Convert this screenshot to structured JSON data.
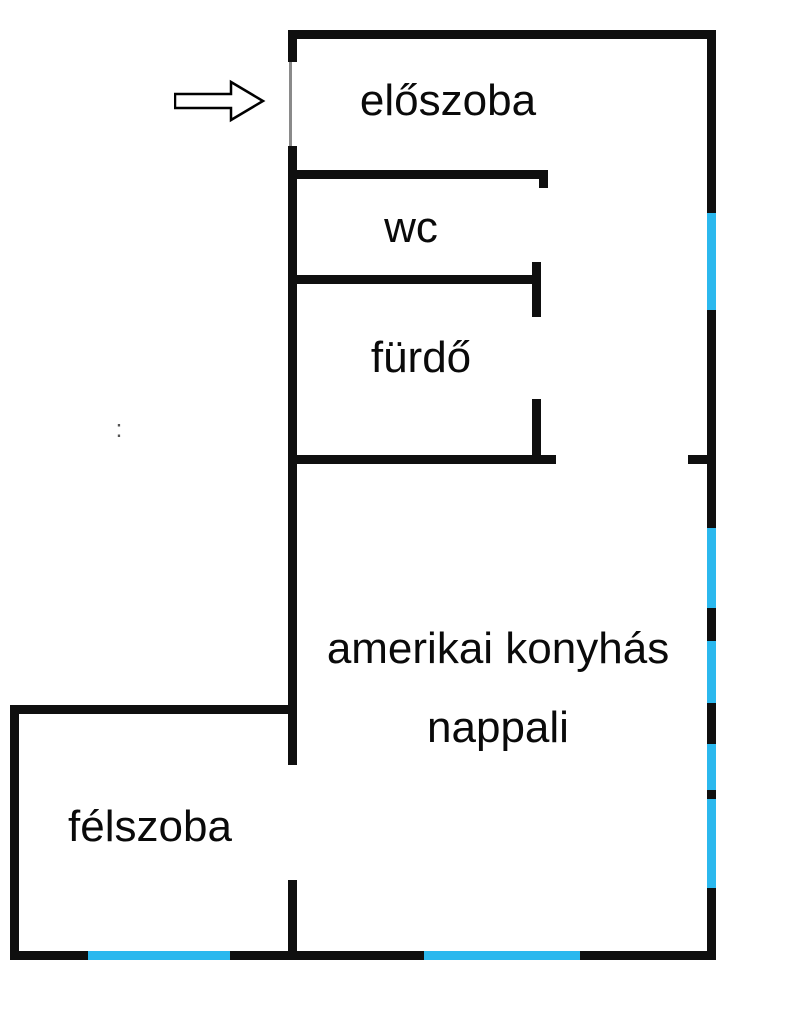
{
  "colors": {
    "wall": "#0f0f0f",
    "window": "#2bb8ee",
    "door_line": "#8a8a8a",
    "label": "#0a0a0a",
    "background": "#ffffff"
  },
  "rooms": {
    "eloszoba": {
      "label": "előszoba"
    },
    "wc": {
      "label": "wc"
    },
    "furdo": {
      "label": "fürdő"
    },
    "nappali": {
      "label_line1": "amerikai konyhás",
      "label_line2": "nappali"
    },
    "felszoba": {
      "label": "félszoba"
    }
  },
  "annotations": {
    "entrance_arrow": "entrance-arrow",
    "artifact_mark": ":"
  }
}
